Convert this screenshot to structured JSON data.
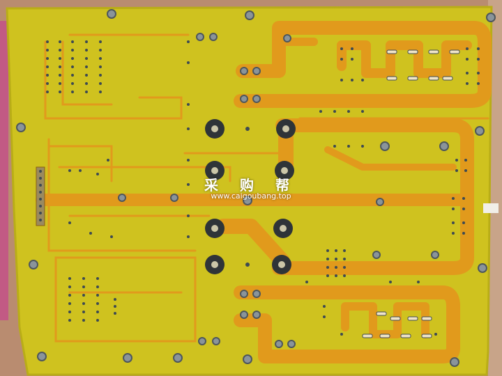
{
  "scene": {
    "subject": "printed circuit board, unpopulated",
    "colors": {
      "background": "#a87c62",
      "backing_board": "#b98c70",
      "board": "#cfc21f",
      "board_edge": "#b9ad17",
      "trace": "#e19a1c",
      "pad": "#c9871a",
      "hole": "#3e4a52",
      "screw": "#8a949a",
      "dark_ring": "#2f3438"
    }
  },
  "watermark": {
    "text_cn": "采 购 帮",
    "url": "www.caigoubang.top"
  }
}
